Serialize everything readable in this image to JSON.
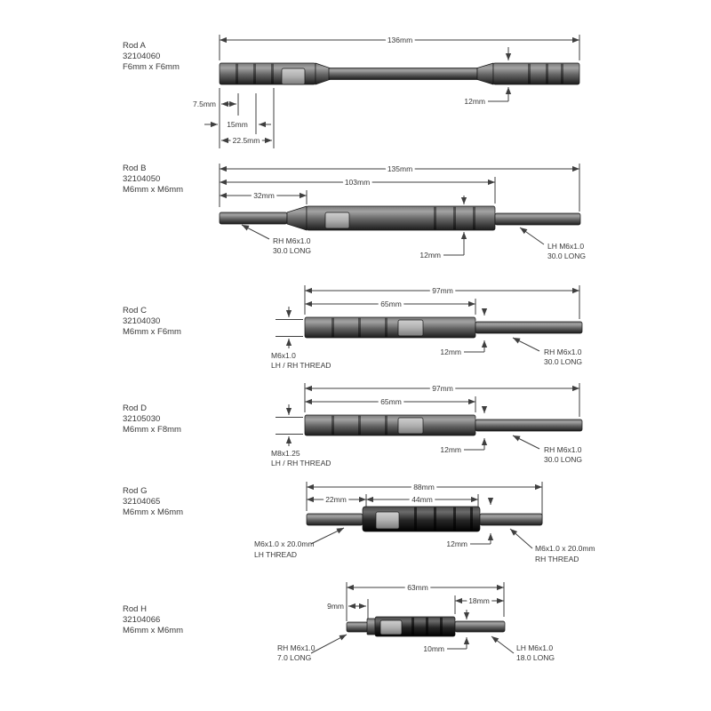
{
  "colors": {
    "background": "#ffffff",
    "line": "#3f3f3f",
    "text": "#383838",
    "rod_gray": "#636363",
    "rod_black": "#2b2b2b",
    "clip_gray": "#b0b0b0"
  },
  "rods": [
    {
      "name": "Rod A",
      "part": "32104060",
      "spec": "F6mm x F6mm",
      "dim_overall": "136mm",
      "dim_a": "7.5mm",
      "dim_b": "15mm",
      "dim_c": "22.5mm",
      "dim_dia": "12mm"
    },
    {
      "name": "Rod B",
      "part": "32104050",
      "spec": "M6mm x M6mm",
      "dim_overall": "135mm",
      "dim_body": "103mm",
      "dim_a": "32mm",
      "dim_dia": "12mm",
      "left_thread_1": "RH M6x1.0",
      "left_thread_2": "30.0 LONG",
      "right_thread_1": "LH M6x1.0",
      "right_thread_2": "30.0 LONG"
    },
    {
      "name": "Rod C",
      "part": "32104030",
      "spec": "M6mm x F6mm",
      "dim_overall": "97mm",
      "dim_body": "65mm",
      "dim_dia": "12mm",
      "left_thread_1": "M6x1.0",
      "left_thread_2": "LH / RH THREAD",
      "right_thread_1": "RH M6x1.0",
      "right_thread_2": "30.0 LONG"
    },
    {
      "name": "Rod D",
      "part": "32105030",
      "spec": "M6mm x F8mm",
      "dim_overall": "97mm",
      "dim_body": "65mm",
      "dim_dia": "12mm",
      "left_thread_1": "M8x1.25",
      "left_thread_2": "LH / RH THREAD",
      "right_thread_1": "RH M6x1.0",
      "right_thread_2": "30.0 LONG"
    },
    {
      "name": "Rod G",
      "part": "32104065",
      "spec": "M6mm x M6mm",
      "dim_overall": "88mm",
      "dim_body": "44mm",
      "dim_a": "22mm",
      "dim_dia": "12mm",
      "left_thread_1": "M6x1.0 x 20.0mm",
      "left_thread_2": "LH THREAD",
      "right_thread_1": "M6x1.0 x 20.0mm",
      "right_thread_2": "RH THREAD"
    },
    {
      "name": "Rod H",
      "part": "32104066",
      "spec": "M6mm x M6mm",
      "dim_overall": "63mm",
      "dim_a": "9mm",
      "dim_b": "18mm",
      "dim_dia": "10mm",
      "left_thread_1": "RH M6x1.0",
      "left_thread_2": "7.0 LONG",
      "right_thread_1": "LH M6x1.0",
      "right_thread_2": "18.0 LONG"
    }
  ]
}
